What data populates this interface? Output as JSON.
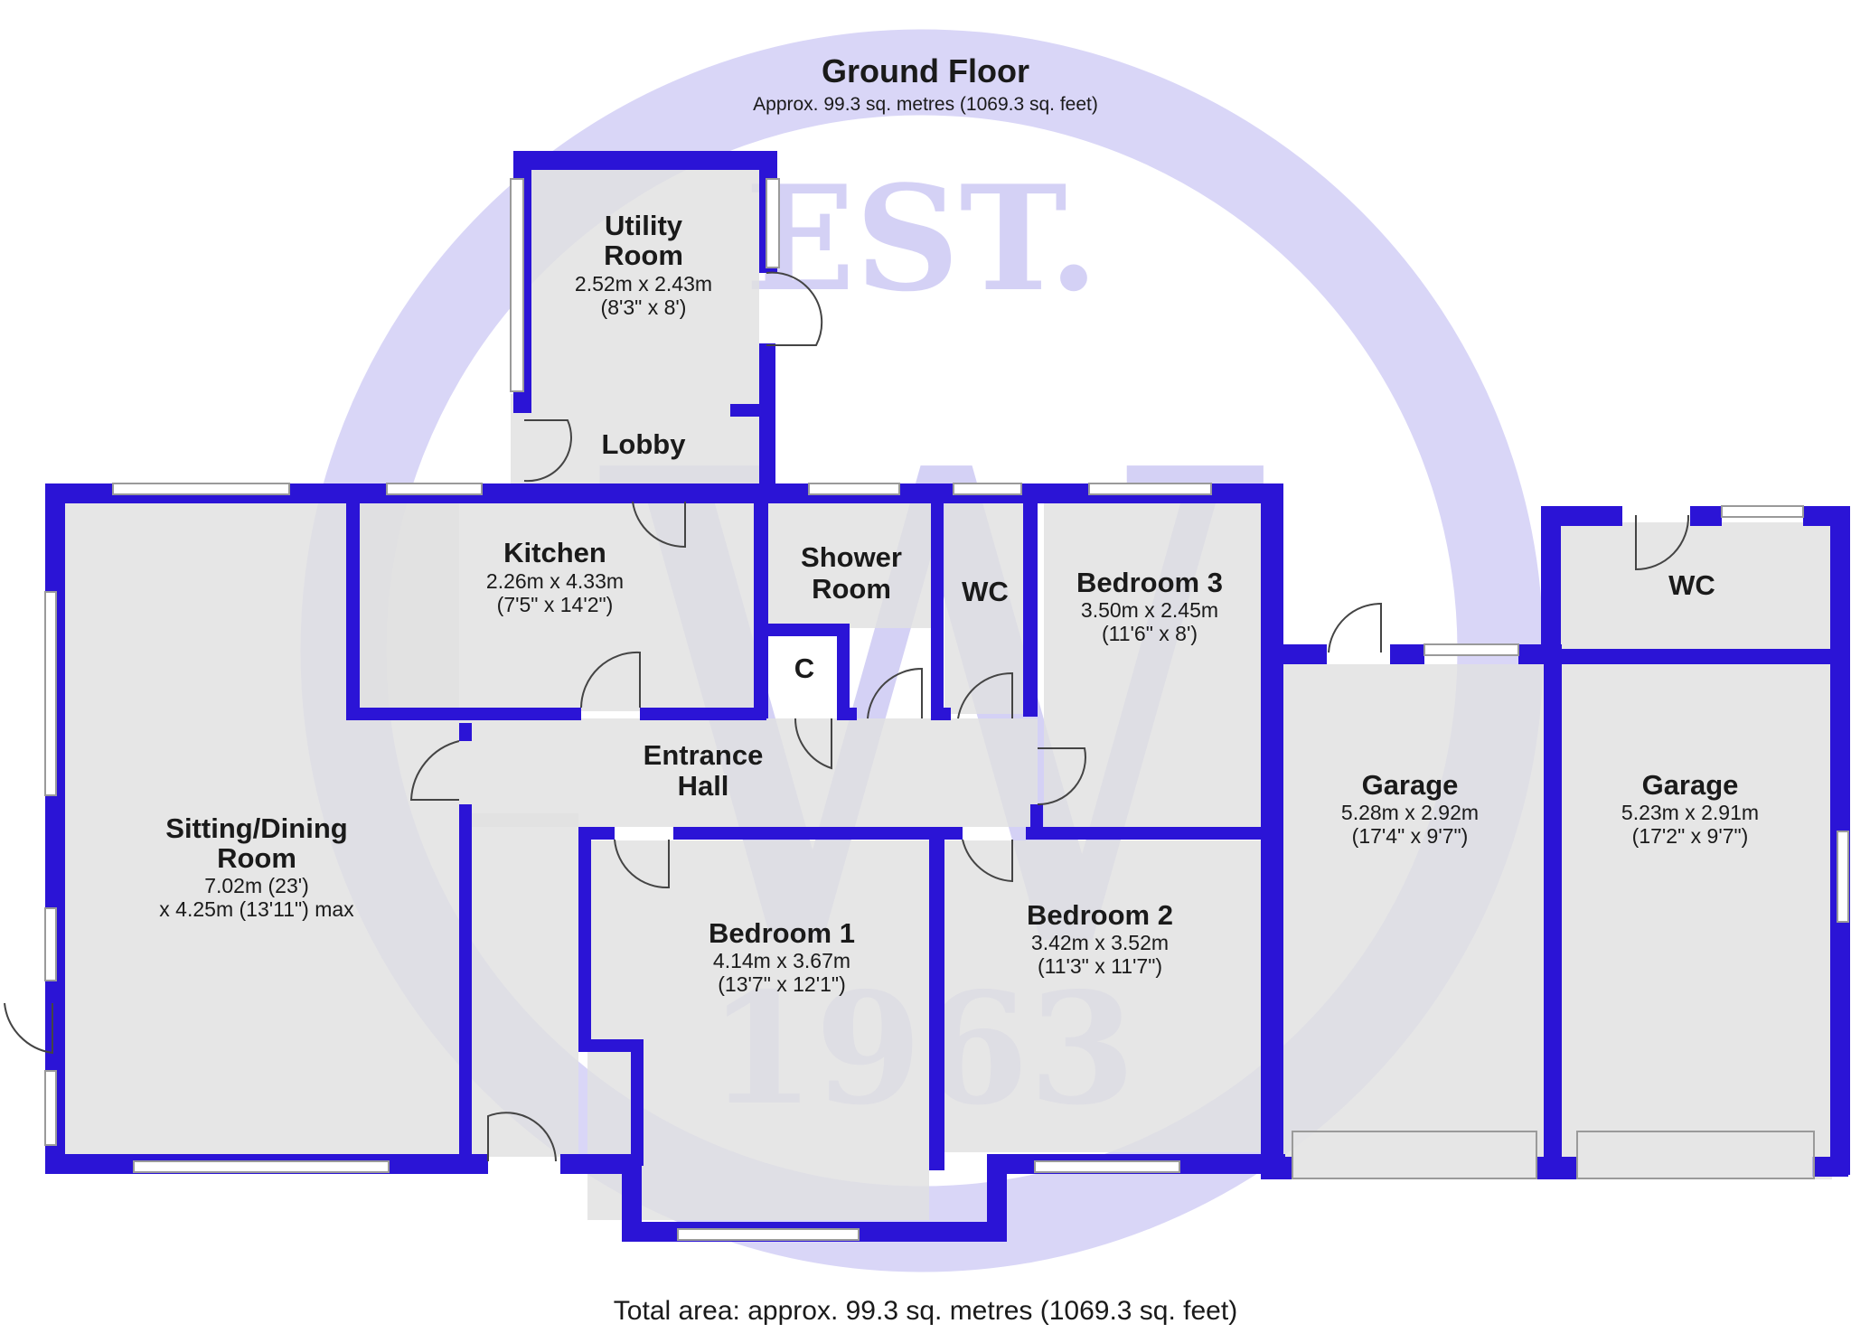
{
  "header": {
    "floor_title": "Ground Floor",
    "floor_area": "Approx. 99.3 sq. metres (1069.3 sq. feet)"
  },
  "footer": {
    "total_area": "Total area: approx. 99.3 sq. metres (1069.3 sq. feet)"
  },
  "watermark": {
    "top_text": "EST.",
    "monogram": "W",
    "year": "1963",
    "color": "#d9d6f7"
  },
  "colors": {
    "wall": "#2b14d6",
    "floor": "#e1e1e1",
    "window": "#ffffff"
  },
  "rooms": {
    "utility": {
      "name_line1": "Utility",
      "name_line2": "Room",
      "metric": "2.52m x 2.43m",
      "imperial": "(8'3\" x 8')"
    },
    "lobby": {
      "name": "Lobby"
    },
    "kitchen": {
      "name": "Kitchen",
      "metric": "2.26m x 4.33m",
      "imperial": "(7'5\" x 14'2\")"
    },
    "shower": {
      "name_line1": "Shower",
      "name_line2": "Room"
    },
    "wc_hall": {
      "name": "WC"
    },
    "cupboard": {
      "name": "C"
    },
    "bedroom3": {
      "name": "Bedroom 3",
      "metric": "3.50m x 2.45m",
      "imperial": "(11'6\" x 8')"
    },
    "hall": {
      "name_line1": "Entrance",
      "name_line2": "Hall"
    },
    "sitting": {
      "name_line1": "Sitting/Dining",
      "name_line2": "Room",
      "dim_line1": "7.02m (23')",
      "dim_line2": "x 4.25m (13'11\") max"
    },
    "bedroom1": {
      "name": "Bedroom 1",
      "metric": "4.14m x 3.67m",
      "imperial": "(13'7\" x 12'1\")"
    },
    "bedroom2": {
      "name": "Bedroom 2",
      "metric": "3.42m x 3.52m",
      "imperial": "(11'3\" x 11'7\")"
    },
    "garage1": {
      "name": "Garage",
      "metric": "5.28m x 2.92m",
      "imperial": "(17'4\" x 9'7\")"
    },
    "garage2": {
      "name": "Garage",
      "metric": "5.23m x 2.91m",
      "imperial": "(17'2\" x 9'7\")"
    },
    "wc_garage": {
      "name": "WC"
    }
  }
}
